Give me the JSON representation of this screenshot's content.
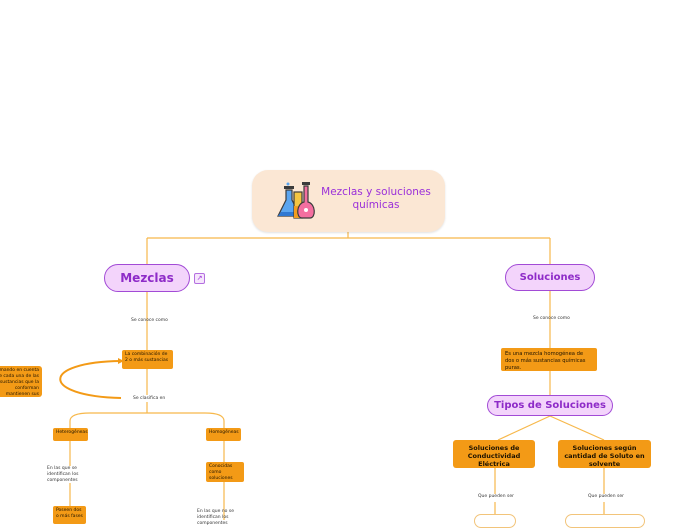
{
  "root": {
    "title": "Mezclas y soluciones químicas",
    "icon": "chemistry-flasks-icon"
  },
  "mezclas": {
    "label": "Mezclas",
    "link_icon": "external-link-icon"
  },
  "soluciones": {
    "label": "Soluciones"
  },
  "mezclas_branch": {
    "connector": "Se conoce como",
    "definition": "La combinación de 2 o más sustancias",
    "side_note": "Tomando en cuenta que cada una de las sustancias que la conforman mantienen sus propiedades",
    "classifier": "Se clasifica en",
    "heterogeneas": "Heterogéneas",
    "homogeneas": "Homogéneas",
    "het_desc": "En las que se identifican los componentes",
    "hom_alias": "Conocidas como soluciones",
    "het_child": "Poseen dos o más fases",
    "hom_desc": "En las que no se identifican los componentes"
  },
  "soluciones_branch": {
    "connector": "Se conoce como",
    "definition": "Es una mezcla homogénea de dos o más sustancias químicas puras.",
    "tipos": "Tipos de Soluciones",
    "cond_title": "Soluciones de Conductividad Eléctrica",
    "soluto_title": "Soluciones según cantidad de Soluto en solvente",
    "cond_connector": "Que pueden ser",
    "soluto_connector": "Que pueden ser"
  },
  "colors": {
    "line": "#f7b84b",
    "accent": "#a24bd6",
    "orange_box": "#f39a16",
    "root_bg": "#fbe7d4",
    "pill_bg": "#f3d4fb"
  }
}
